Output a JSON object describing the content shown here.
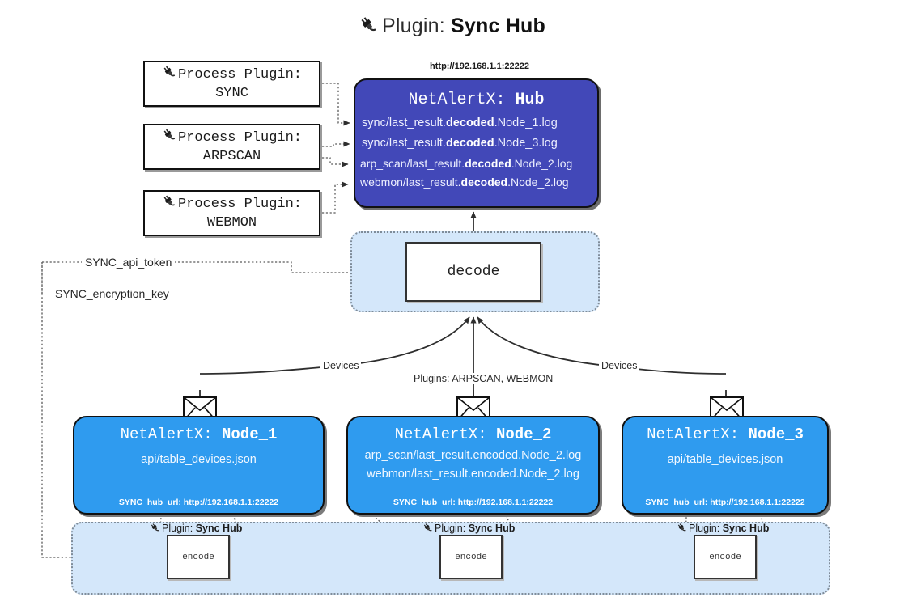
{
  "title": {
    "icon": "plug-icon",
    "lead": "Plugin: ",
    "strong": "Sync Hub"
  },
  "process_plugins": [
    {
      "icon": "plug-icon",
      "line1": "Process Plugin:",
      "line2": "SYNC"
    },
    {
      "icon": "plug-icon",
      "line1": "Process Plugin:",
      "line2": "ARPSCAN"
    },
    {
      "icon": "plug-icon",
      "line1": "Process Plugin:",
      "line2": "WEBMON"
    }
  ],
  "hub": {
    "url": "http://192.168.1.1:22222",
    "title_prefix": "NetAlertX: ",
    "title_name": "Hub",
    "lines": [
      {
        "pre": "sync/last_result.",
        "mid": "decoded",
        "post": ".Node_1.log"
      },
      {
        "pre": "sync/last_result.",
        "mid": "decoded",
        "post": ".Node_3.log"
      },
      {
        "pre": "arp_scan/last_result.",
        "mid": "decoded",
        "post": ".Node_2.log"
      },
      {
        "pre": "webmon/last_result.",
        "mid": "decoded",
        "post": ".Node_2.log"
      }
    ]
  },
  "decode": {
    "label": "decode"
  },
  "tokens": {
    "api_token": "SYNC_api_token",
    "encryption_key": "SYNC_encryption_key"
  },
  "flow_labels": {
    "devices_left": "Devices",
    "devices_right": "Devices",
    "plugins": "Plugins: ARPSCAN, WEBMON"
  },
  "nodes": [
    {
      "icon": "envelope-icon",
      "title_prefix": "NetAlertX: ",
      "title_name": "Node_1",
      "lines": [
        "api/table_devices.json"
      ],
      "hub_url_label": "SYNC_hub_url: http://192.168.1.1:22222"
    },
    {
      "icon": "envelope-icon",
      "title_prefix": "NetAlertX: ",
      "title_name": "Node_2",
      "lines": [
        "arp_scan/last_result.encoded.Node_2.log",
        "webmon/last_result.encoded.Node_2.log"
      ],
      "hub_url_label": "SYNC_hub_url: http://192.168.1.1:22222"
    },
    {
      "icon": "envelope-icon",
      "title_prefix": "NetAlertX: ",
      "title_name": "Node_3",
      "lines": [
        "api/table_devices.json"
      ],
      "hub_url_label": "SYNC_hub_url: http://192.168.1.1:22222"
    }
  ],
  "plugin_instances": [
    {
      "icon": "plug-icon",
      "lead": "Plugin: ",
      "strong": "Sync Hub",
      "box_label": "encode"
    },
    {
      "icon": "plug-icon",
      "lead": "Plugin: ",
      "strong": "Sync Hub",
      "box_label": "encode"
    },
    {
      "icon": "plug-icon",
      "lead": "Plugin: ",
      "strong": "Sync Hub",
      "box_label": "encode"
    }
  ],
  "colors": {
    "hub_fill": "#4248b8",
    "node_fill": "#2f9bef",
    "container_fill": "#d4e7fa",
    "box_border": "#111111",
    "page_bg": "#ffffff"
  }
}
